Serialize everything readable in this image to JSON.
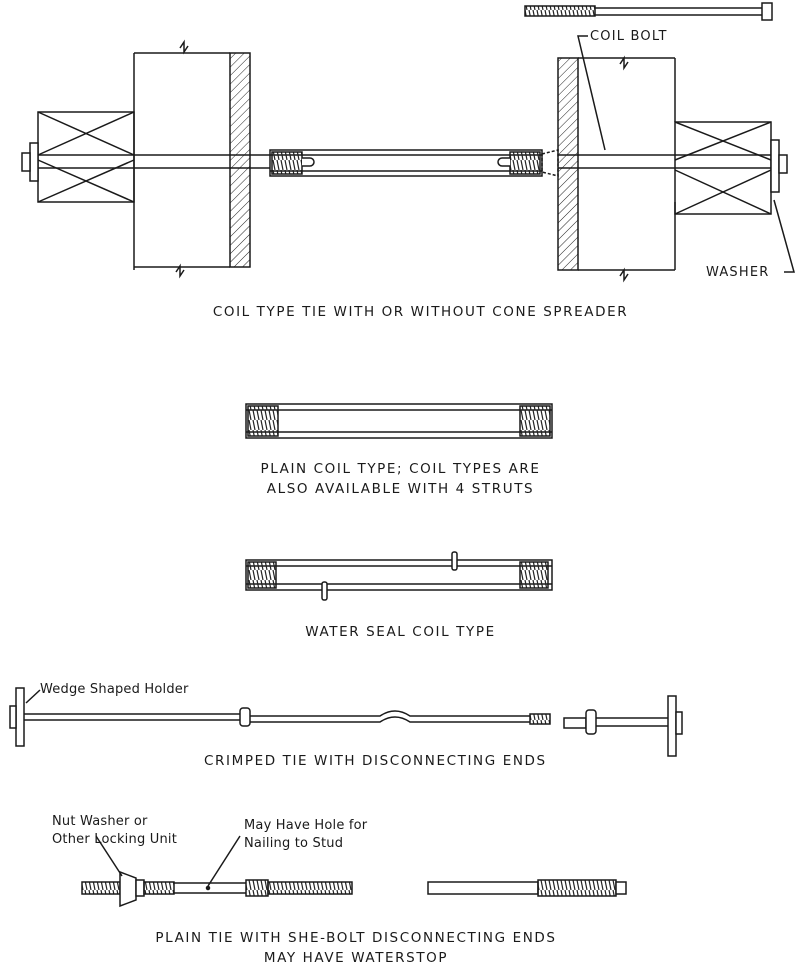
{
  "figure": {
    "coil_tie": {
      "caption": "COIL TYPE TIE WITH OR WITHOUT CONE SPREADER",
      "coil_bolt_label": "COIL BOLT",
      "washer_label": "WASHER"
    },
    "plain_coil": {
      "caption_line1": "PLAIN COIL TYPE; COIL TYPES ARE",
      "caption_line2": "ALSO AVAILABLE WITH 4 STRUTS"
    },
    "water_seal": {
      "caption": "WATER SEAL COIL TYPE"
    },
    "crimped_tie": {
      "holder_label": "Wedge Shaped Holder",
      "caption": "CRIMPED TIE WITH DISCONNECTING ENDS"
    },
    "she_bolt": {
      "nut_label_line1": "Nut Washer or",
      "nut_label_line2": "Other Locking Unit",
      "hole_label_line1": "May Have Hole for",
      "hole_label_line2": "Nailing to Stud",
      "caption_line1": "PLAIN TIE WITH SHE-BOLT DISCONNECTING ENDS",
      "caption_line2": "MAY HAVE WATERSTOP"
    }
  }
}
